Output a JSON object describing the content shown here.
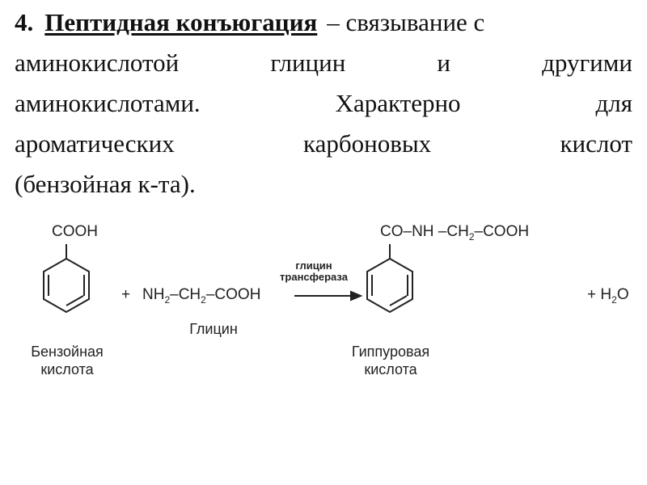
{
  "heading": {
    "number": "4.",
    "term": "Пептидная конъюгация",
    "rest": "– связывание с"
  },
  "lines": [
    [
      "аминокислотой",
      "глицин",
      "и",
      "другими"
    ],
    [
      "аминокислотами.",
      "Характерно",
      "для"
    ],
    [
      "ароматических",
      "карбоновых",
      "кислот"
    ],
    [
      "(бензойная к-та)."
    ]
  ],
  "scheme": {
    "benzoic_group": "COOH",
    "plus1": "+",
    "glycine_formula": {
      "nh": "NH",
      "nh_sub": "2",
      "ch": "–CH",
      "ch_sub": "2",
      "cooh": "–COOH"
    },
    "enzyme": [
      "глицин",
      "трансфераза"
    ],
    "hippuric_group": {
      "co_nh": "CO–NH –CH",
      "sub": "2",
      "cooh": "–COOH"
    },
    "plus2": "+",
    "water": {
      "h": "H",
      "sub": "2",
      "o": "O"
    },
    "captions": {
      "benzoic": [
        "Бензойная",
        "кислота"
      ],
      "glycine": "Глицин",
      "hippuric": [
        "Гиппуровая",
        "кислота"
      ]
    }
  }
}
